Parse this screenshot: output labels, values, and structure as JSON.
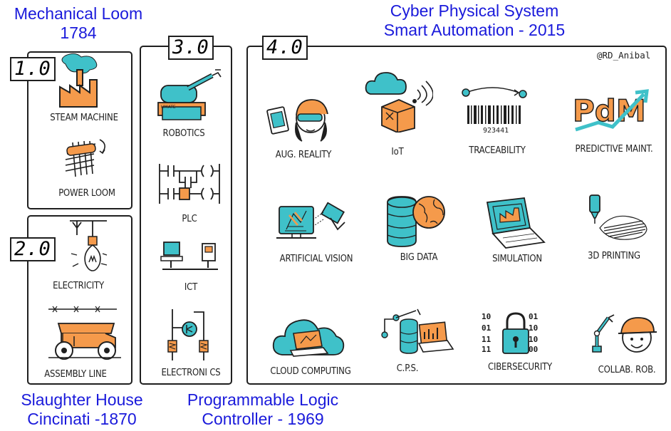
{
  "colors": {
    "accent_teal": "#3fc1c9",
    "accent_orange": "#f59a4b",
    "caption_blue": "#1a1adb"
  },
  "captions": {
    "rev1": {
      "line1": "Mechanical Loom",
      "line2": "1784"
    },
    "rev2": {
      "line1": "Slaughter House",
      "line2": "Cincinati -1870"
    },
    "rev3": {
      "line1": "Programmable Logic",
      "line2": "Controller - 1969"
    },
    "rev4": {
      "line1": "Cyber Physical System",
      "line2": "Smart Automation - 2015"
    }
  },
  "credit": "@RD_Anibal",
  "panels": {
    "p1": {
      "tag": "1.0",
      "items": [
        "STEAM MACHINE",
        "POWER LOOM"
      ]
    },
    "p2": {
      "tag": "2.0",
      "items": [
        "ELECTRICITY",
        "ASSEMBLY LINE"
      ]
    },
    "p3": {
      "tag": "3.0",
      "items": [
        "ROBOTICS",
        "PLC",
        "ICT",
        "ELECTRONI CS"
      ]
    },
    "p4": {
      "tag": "4.0",
      "items": [
        "AUG. REALITY",
        "IoT",
        "TRACEABILITY",
        "PREDICTIVE MAINT.",
        "ARTIFICIAL VISION",
        "BIG DATA",
        "SIMULATION",
        "3D PRINTING",
        "CLOUD COMPUTING",
        "C.P.S.",
        "CIBERSECURITY",
        "COLLAB. ROB."
      ]
    }
  },
  "icon_text": {
    "barcode_number": "923441",
    "robot_plate": "UMATE",
    "pdm_logo": "PdM"
  }
}
